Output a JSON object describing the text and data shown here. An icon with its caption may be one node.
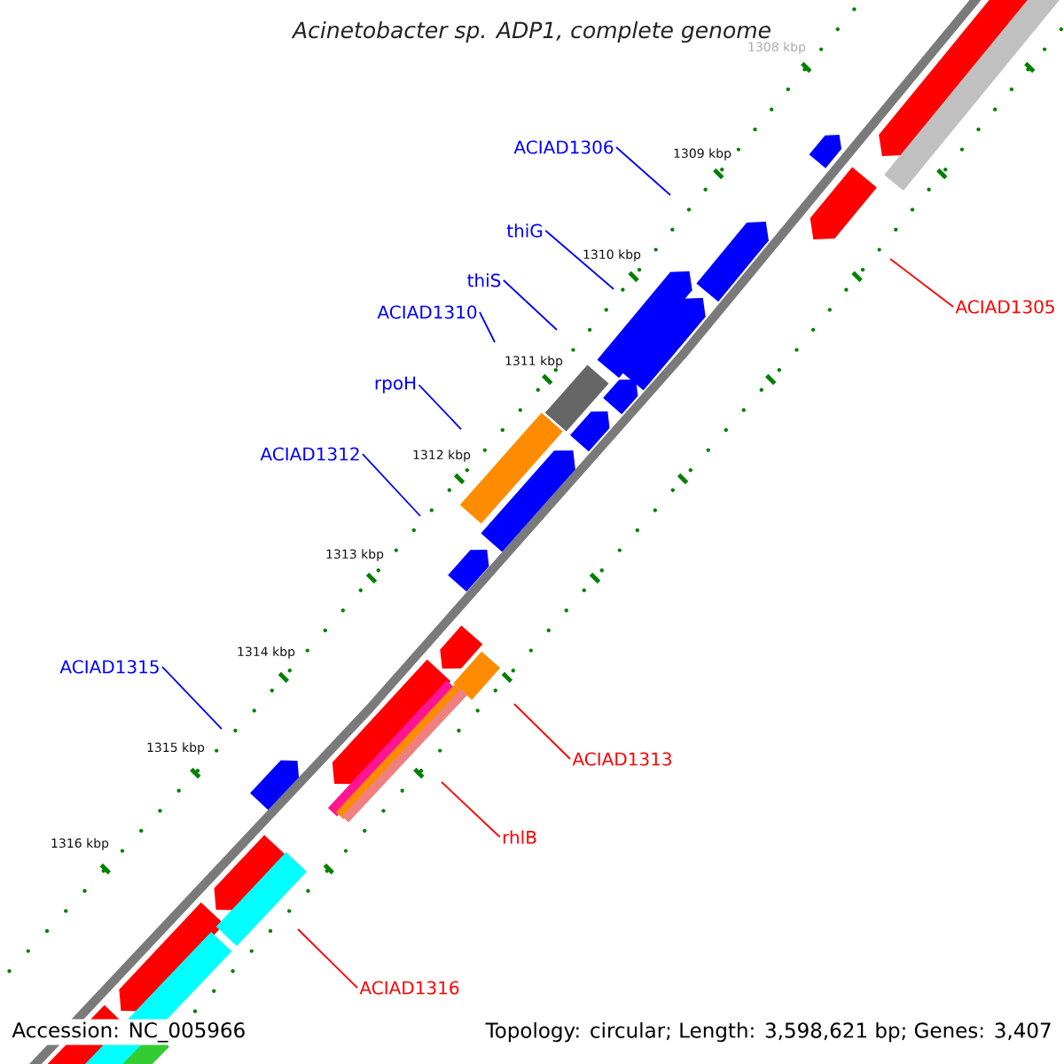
{
  "diagram": {
    "title": "Acinetobacter sp. ADP1, complete genome",
    "nodes": [
      {
        "text": [
          "ACIAD1306"
        ]
      },
      {
        "text": [
          "thiG"
        ]
      },
      {
        "text": [
          "thiS"
        ]
      },
      {
        "text": [
          "ACIAD1305"
        ]
      },
      {
        "text": [
          "ACIAD1310"
        ]
      },
      {
        "text": [
          "rpoH"
        ]
      },
      {
        "text": [
          "ACIAD1312"
        ]
      },
      {
        "text": [
          "ACIAD1315"
        ]
      },
      {
        "text": [
          "ACIAD1313"
        ]
      },
      {
        "text": [
          "rhlB"
        ]
      },
      {
        "text": [
          "ACIAD1316"
        ]
      }
    ],
    "edges": [
      {
        "from": 0,
        "to": null,
        "arrow": "none"
      },
      {
        "from": 1,
        "to": null,
        "arrow": "none"
      },
      {
        "from": 2,
        "to": null,
        "arrow": "none"
      },
      {
        "from": 3,
        "to": null,
        "arrow": "none",
        "color": "#ff0000"
      },
      {
        "from": 4,
        "to": null,
        "arrow": "none"
      },
      {
        "from": 5,
        "to": null,
        "arrow": "none"
      },
      {
        "from": 6,
        "to": null,
        "arrow": "none"
      },
      {
        "from": 7,
        "to": null,
        "arrow": "none"
      },
      {
        "from": 8,
        "to": null,
        "arrow": "none",
        "color": "#ff0000"
      },
      {
        "from": 9,
        "to": null,
        "arrow": "none",
        "color": "#ff0000"
      },
      {
        "from": 10,
        "to": null,
        "arrow": "none",
        "color": "#ff0000"
      }
    ],
    "labels": [
      "1308 kbp",
      "1309 kbp",
      "1310 kbp",
      "1311 kbp",
      "1312 kbp",
      "1313 kbp",
      "1314 kbp",
      "1315 kbp",
      "1316 kbp",
      "Accession: NC_005966",
      "Topology: circular; Length: 3,598,621 bp; Genes: 3,407"
    ]
  }
}
